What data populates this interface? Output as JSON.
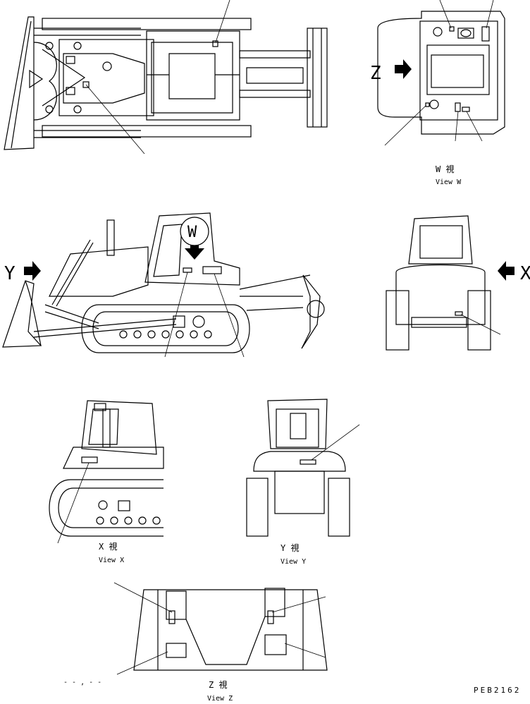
{
  "drawing_code": "PEB2162",
  "views": {
    "w": {
      "cjk": "W 視",
      "label": "View W"
    },
    "x": {
      "cjk": "X 視",
      "label": "View X"
    },
    "y": {
      "cjk": "Y 視",
      "label": "View Y"
    },
    "z": {
      "cjk": "Z 視",
      "label": "View Z"
    }
  },
  "arrow_letters": {
    "w": "W",
    "x": "X",
    "y": "Y",
    "z": "Z"
  },
  "dash_marks": "- - , - -",
  "icons": [
    "right-arrow-icon",
    "left-arrow-icon",
    "down-arrow-icon"
  ]
}
